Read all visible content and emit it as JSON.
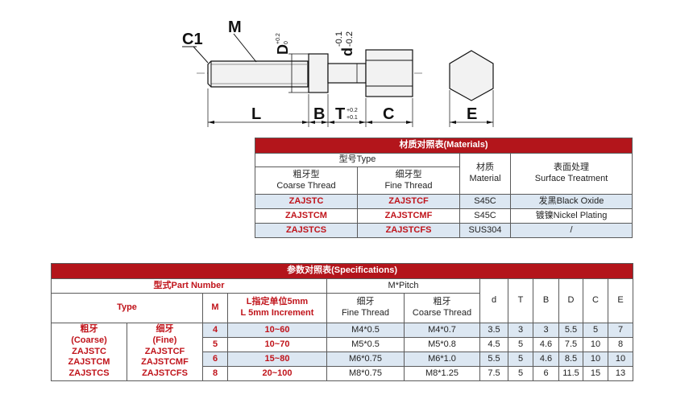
{
  "drawing": {
    "labels": {
      "c1": "C1",
      "m": "M",
      "d_upper": "D",
      "d_upper_tol_top": "+0.2",
      "d_upper_tol_bottom": "0",
      "d_lower": "d",
      "d_lower_tol_top": "-0.1",
      "d_lower_tol_bottom": "-0.2",
      "l": "L",
      "b": "B",
      "t": "T",
      "t_tol_top": "+0.2",
      "t_tol_bottom": "+0.1",
      "c": "C",
      "e": "E"
    }
  },
  "materials": {
    "title": "材质对照表(Materials)",
    "type_header": "型号Type",
    "coarse_header_cn": "粗牙型",
    "coarse_header_en": "Coarse Thread",
    "fine_header_cn": "细牙型",
    "fine_header_en": "Fine Thread",
    "material_header_cn": "材质",
    "material_header_en": "Material",
    "treatment_header_cn": "表面处理",
    "treatment_header_en": "Surface Treatment",
    "rows": [
      {
        "coarse": "ZAJSTC",
        "fine": "ZAJSTCF",
        "material": "S45C",
        "treatment": "发黑Black Oxide"
      },
      {
        "coarse": "ZAJSTCM",
        "fine": "ZAJSTCMF",
        "material": "S45C",
        "treatment": "镀镍Nickel Plating"
      },
      {
        "coarse": "ZAJSTCS",
        "fine": "ZAJSTCFS",
        "material": "SUS304",
        "treatment": "/"
      }
    ]
  },
  "specs": {
    "title": "参数对照表(Specifications)",
    "part_number_header": "型式Part Number",
    "pitch_header": "M*Pitch",
    "type_header": "Type",
    "m_header": "M",
    "l_header_cn": "L指定单位5mm",
    "l_header_en": "L 5mm Increment",
    "fine_cn": "细牙",
    "fine_en": "Fine Thread",
    "coarse_cn": "粗牙",
    "coarse_en": "Coarse Thread",
    "col_d": "d",
    "col_t": "T",
    "col_b": "B",
    "col_D": "D",
    "col_c": "C",
    "col_e": "E",
    "type_coarse": [
      "粗牙",
      "(Coarse)",
      "ZAJSTC",
      "ZAJSTCM",
      "ZAJSTCS"
    ],
    "type_fine": [
      "细牙",
      "(Fine)",
      "ZAJSTCF",
      "ZAJSTCMF",
      "ZAJSTCFS"
    ],
    "rows": [
      {
        "m": "4",
        "l": "10~60",
        "fine": "M4*0.5",
        "coarse": "M4*0.7",
        "d": "3.5",
        "t": "3",
        "b": "3",
        "D": "5.5",
        "c": "5",
        "e": "7"
      },
      {
        "m": "5",
        "l": "10~70",
        "fine": "M5*0.5",
        "coarse": "M5*0.8",
        "d": "4.5",
        "t": "5",
        "b": "4.6",
        "D": "7.5",
        "c": "10",
        "e": "8"
      },
      {
        "m": "6",
        "l": "15~80",
        "fine": "M6*0.75",
        "coarse": "M6*1.0",
        "d": "5.5",
        "t": "5",
        "b": "4.6",
        "D": "8.5",
        "c": "10",
        "e": "10"
      },
      {
        "m": "8",
        "l": "20~100",
        "fine": "M8*0.75",
        "coarse": "M8*1.25",
        "d": "7.5",
        "t": "5",
        "b": "6",
        "D": "11.5",
        "c": "15",
        "e": "13"
      }
    ]
  }
}
